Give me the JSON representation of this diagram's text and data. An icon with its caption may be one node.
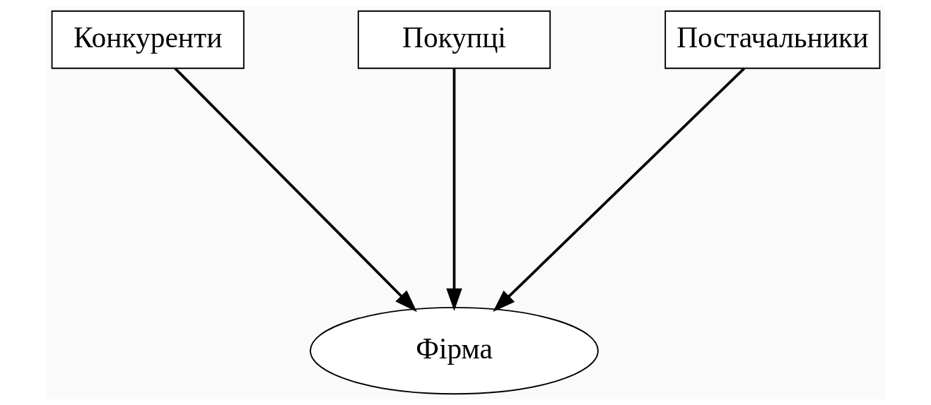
{
  "diagram": {
    "nodes": [
      {
        "text": [
          "Конкуренти"
        ]
      },
      {
        "text": [
          "Покупці"
        ]
      },
      {
        "text": [
          "Постачальники"
        ]
      },
      {
        "text": [
          "Фірма"
        ]
      }
    ],
    "edges": [
      {
        "from": 0,
        "to": 3,
        "arrow": "to"
      },
      {
        "from": 1,
        "to": 3,
        "arrow": "to"
      },
      {
        "from": 2,
        "to": 3,
        "arrow": "to"
      }
    ]
  }
}
